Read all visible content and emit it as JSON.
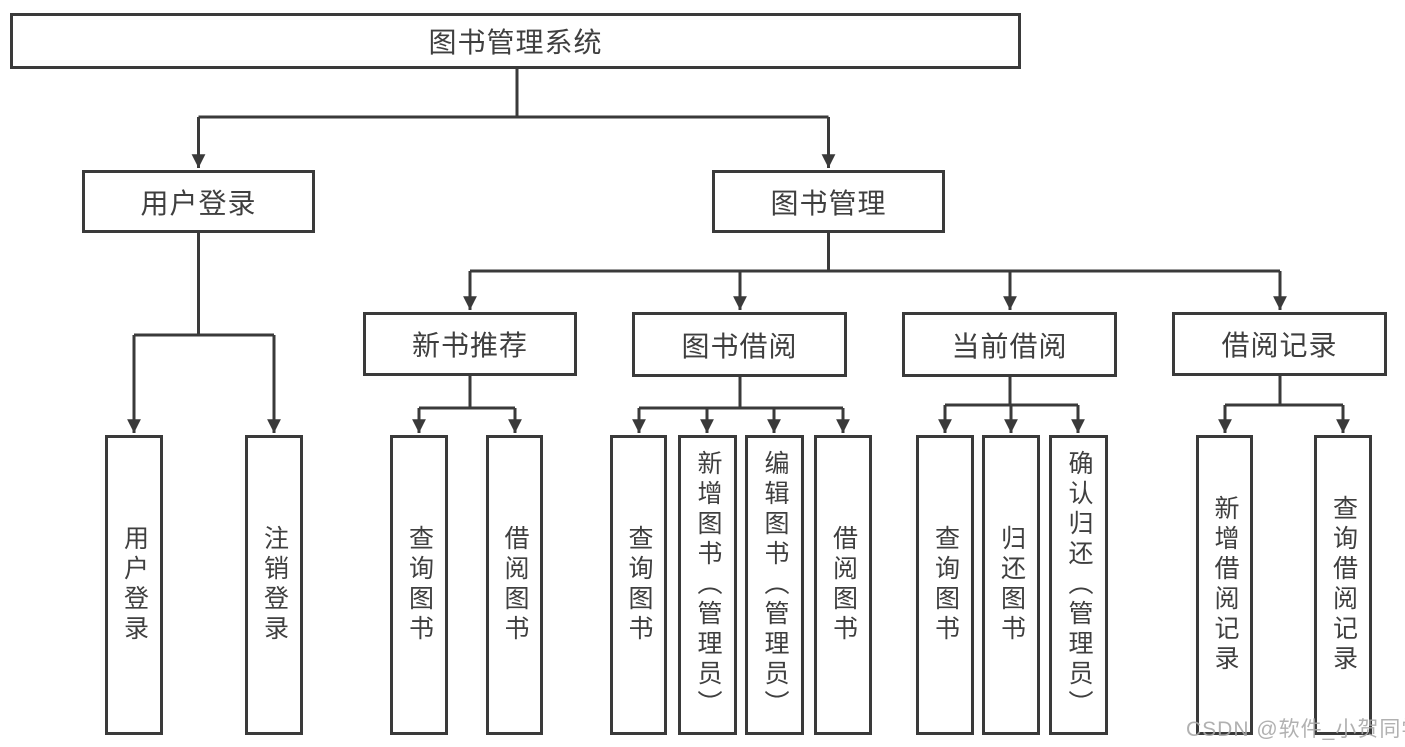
{
  "diagram": {
    "root": "图书管理系统",
    "level2": {
      "user_login": "用户登录",
      "book_mgmt": "图书管理"
    },
    "level3": {
      "new_books": "新书推荐",
      "book_borrow": "图书借阅",
      "current_borrow": "当前借阅",
      "borrow_records": "借阅记录"
    },
    "leaves": {
      "user_login_1": "用户登录",
      "user_login_2": "注销登录",
      "new_books_1": "查询图书",
      "new_books_2": "借阅图书",
      "book_borrow_1": "查询图书",
      "book_borrow_2": "新增图书（管理员）",
      "book_borrow_3": "编辑图书（管理员）",
      "book_borrow_4": "借阅图书",
      "current_borrow_1": "查询图书",
      "current_borrow_2": "归还图书",
      "current_borrow_3": "确认归还（管理员）",
      "borrow_records_1": "新增借阅记录",
      "borrow_records_2": "查询借阅记录"
    }
  },
  "watermark": "CSDN @软件_小贺同学",
  "colors": {
    "line": "#3a3a3a",
    "text": "#3f3f3f",
    "watermark": "#a8a8a8",
    "background": "#ffffff"
  }
}
